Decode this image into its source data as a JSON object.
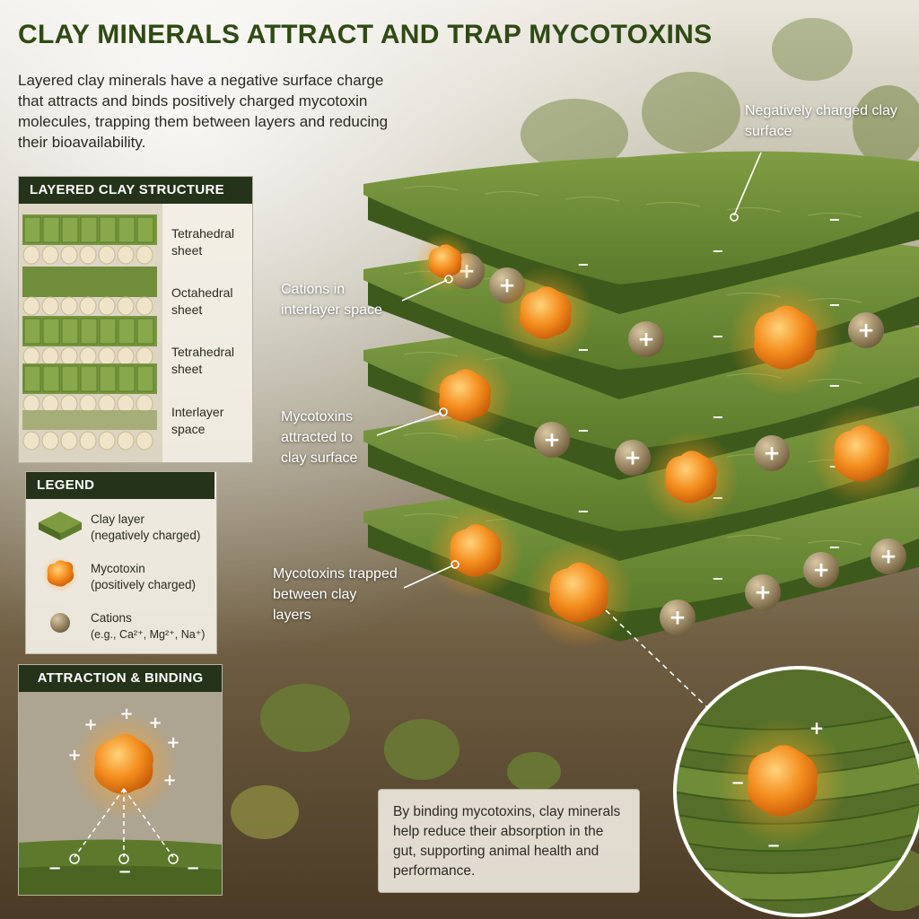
{
  "title": "CLAY MINERALS ATTRACT AND TRAP MYCOTOXINS",
  "intro": "Layered clay minerals have a negative surface charge that attracts and binds positively charged mycotoxin molecules, trapping them between layers and reducing their bioavailability.",
  "structure_panel": {
    "heading": "LAYERED CLAY STRUCTURE",
    "labels": [
      "Tetrahedral sheet",
      "Octahedral sheet",
      "Tetrahedral sheet",
      "Interlayer space"
    ]
  },
  "legend_panel": {
    "heading": "LEGEND",
    "items": [
      {
        "name": "Clay layer",
        "desc": "(negatively charged)",
        "icon": "clay-layer-icon"
      },
      {
        "name": "Mycotoxin",
        "desc": "(positively charged)",
        "icon": "mycotoxin-icon"
      },
      {
        "name": "Cations",
        "desc": "(e.g., Ca²⁺, Mg²⁺, Na⁺)",
        "icon": "cation-icon"
      }
    ]
  },
  "attraction_panel": {
    "heading": "ATTRACTION & BINDING"
  },
  "callouts": {
    "surface": "Negatively charged clay surface",
    "cations": "Cations in interlayer space",
    "attracted": "Mycotoxins attracted to clay surface",
    "trapped": "Mycotoxins trapped between clay layers"
  },
  "note": "By binding mycotoxins, clay minerals help reduce their absorption in the gut, supporting animal health and performance.",
  "symbols": {
    "plus": "+",
    "minus": "−"
  },
  "colors": {
    "clay": "#6a8c34",
    "clay_dark": "#3d5a1c",
    "mycotoxin": "#f08a1c",
    "cation": "#a48d66",
    "header": "#24331a",
    "title": "#2f4a14"
  }
}
